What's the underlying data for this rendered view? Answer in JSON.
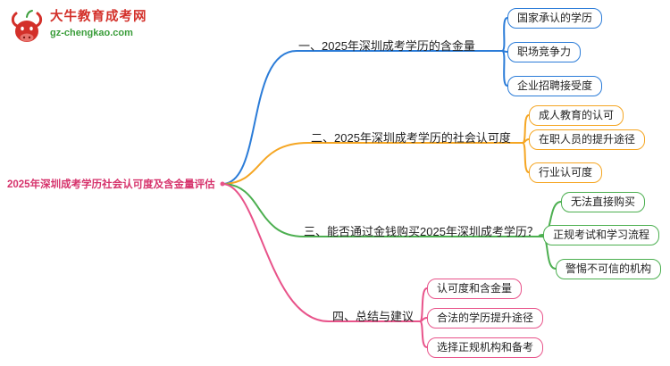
{
  "logo": {
    "title": "大牛教育成考网",
    "url": "gz-chengkao.com"
  },
  "root": {
    "label": "2025年深圳成考学历社会认可度及含金量评估",
    "color": "#d6336c"
  },
  "branches": [
    {
      "label": "一、2025年深圳成考学历的含金量",
      "color": "#2b7cd8",
      "children": [
        "国家承认的学历",
        "职场竞争力",
        "企业招聘接受度"
      ]
    },
    {
      "label": "二、2025年深圳成考学历的社会认可度",
      "color": "#f5a623",
      "children": [
        "成人教育的认可",
        "在职人员的提升途径",
        "行业认可度"
      ]
    },
    {
      "label": "三、能否通过金钱购买2025年深圳成考学历？",
      "color": "#4caf50",
      "children": [
        "无法直接购买",
        "正规考试和学习流程",
        "警惕不可信的机构"
      ]
    },
    {
      "label": "四、总结与建议",
      "color": "#e8538a",
      "children": [
        "认可度和含金量",
        "合法的学历提升途径",
        "选择正规机构和备考"
      ]
    }
  ]
}
